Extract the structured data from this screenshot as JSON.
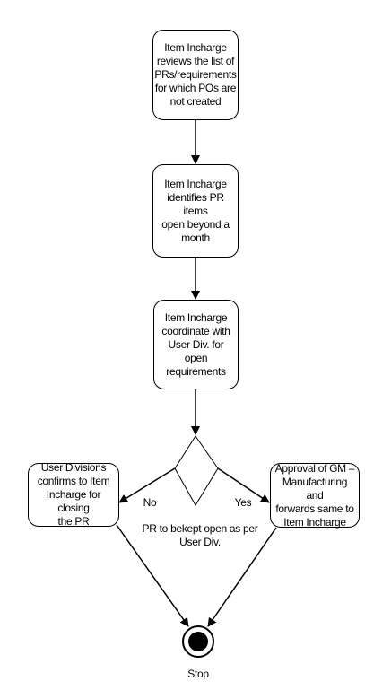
{
  "nodes": {
    "step1": "Item Incharge\nreviews the list of\nPRs/requirements\nfor which POs are\nnot created",
    "step2": "Item Incharge\nidentifies PR items\nopen beyond a\nmonth",
    "step3": "Item Incharge\ncoordinate with\nUser Div. for open\nrequirements",
    "left_action": "User Divisions\nconfirms to Item\nIncharge for closing\nthe PR",
    "right_action": "Approval of GM –\nManufacturing and\nforwards same to\nItem Incharge"
  },
  "decision": {
    "label": "PR to bekept open as per\nUser Div.",
    "no_label": "No",
    "yes_label": "Yes"
  },
  "end": {
    "label": "Stop"
  }
}
